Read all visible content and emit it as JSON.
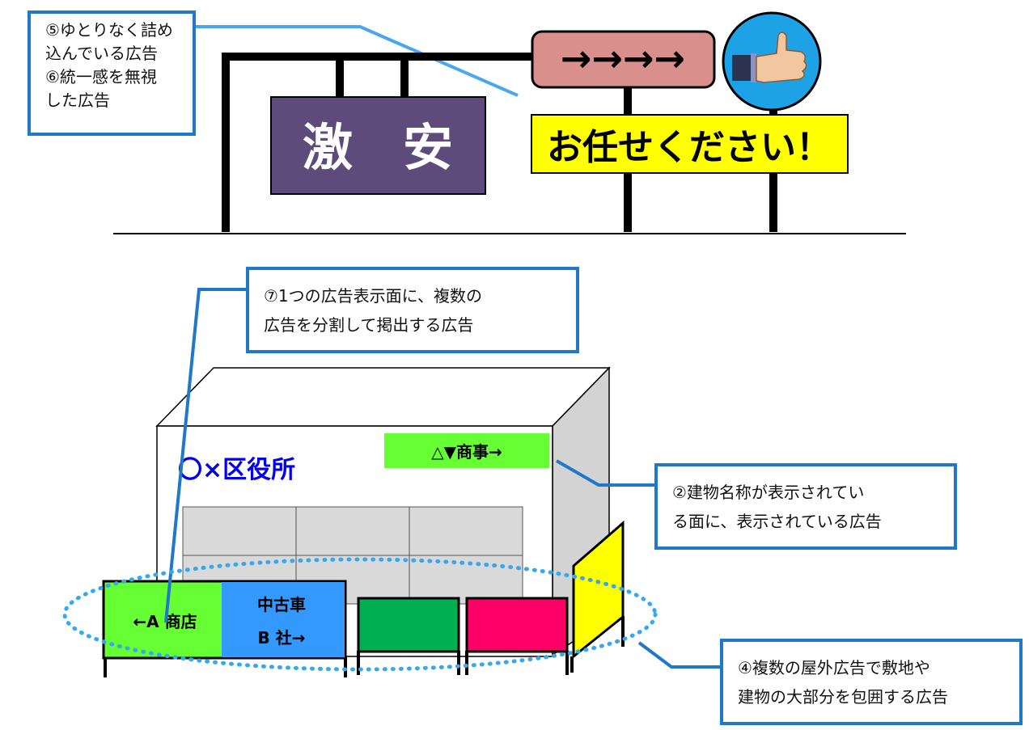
{
  "callouts": {
    "c5": {
      "line1": "⑤ゆとりなく詰め",
      "line2": "込んでいる広告",
      "line3": "⑥統一感を無視",
      "line4": "した広告"
    },
    "c7": {
      "line1": "⑦1つの広告表示面に、複数の",
      "line2": "広告を分割して掲出する広告"
    },
    "c2": {
      "line1": "②建物名称が表示されてい",
      "line2": "る面に、表示されている広告"
    },
    "c4": {
      "line1": "④複数の屋外広告で敷地や",
      "line2": "建物の大部分を包囲する広告"
    }
  },
  "signs": {
    "gekiyasu": "激　安",
    "arrows": "→→→→",
    "omakase": "お任せください！",
    "building_name": "〇×区役所",
    "shoji": "△▼商事→",
    "a_shop": "←A 商店",
    "b_line1": "中古車",
    "b_line2": "B 社→"
  },
  "colors": {
    "callout_border": "#1f78c8",
    "purple_sign": "#5e4b7c",
    "pink_sign": "#d9908d",
    "yellow": "#ffff00",
    "bright_green": "#66ff33",
    "dark_green": "#00b050",
    "magenta": "#ff0066",
    "sky_blue": "#3399ff",
    "blue_text": "#0000ee"
  },
  "icons": [
    "thumbs-up-icon"
  ]
}
